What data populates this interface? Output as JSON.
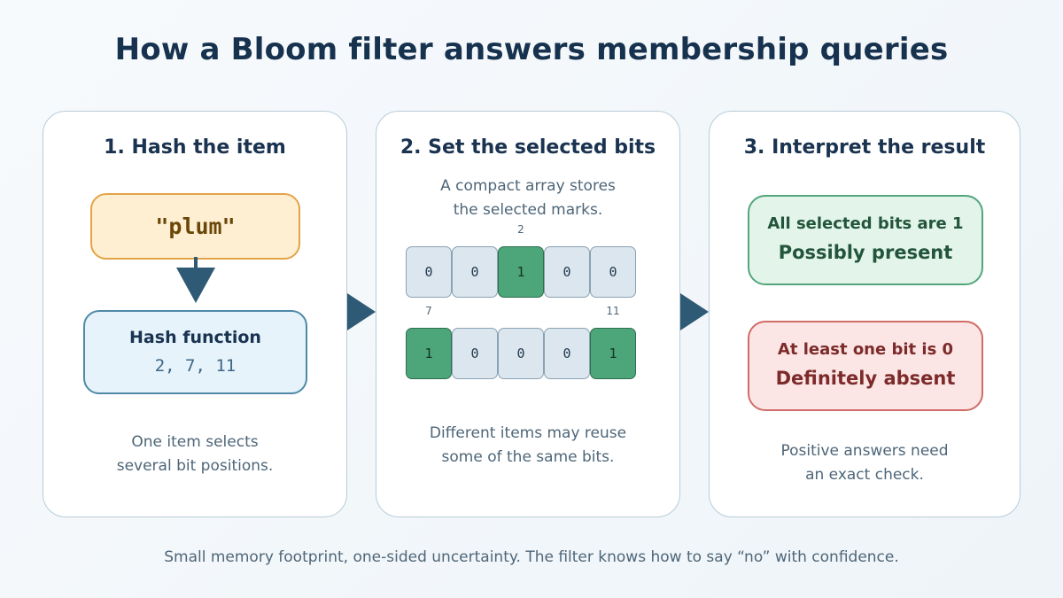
{
  "title": "How a Bloom filter answers membership queries",
  "panels": [
    {
      "title": "1. Hash the item",
      "item": "\"plum\"",
      "hash_label": "Hash function",
      "hash_values": "2, 7, 11",
      "caption": [
        "One item selects",
        "several bit positions."
      ]
    },
    {
      "title": "2. Set the selected bits",
      "intro": [
        "A compact array stores",
        "the selected marks."
      ],
      "rows": [
        {
          "bits": [
            {
              "value": "0",
              "set": false,
              "index": ""
            },
            {
              "value": "0",
              "set": false,
              "index": ""
            },
            {
              "value": "1",
              "set": true,
              "index": "2"
            },
            {
              "value": "0",
              "set": false,
              "index": ""
            },
            {
              "value": "0",
              "set": false,
              "index": ""
            }
          ]
        },
        {
          "bits": [
            {
              "value": "1",
              "set": true,
              "index": "7"
            },
            {
              "value": "0",
              "set": false,
              "index": ""
            },
            {
              "value": "0",
              "set": false,
              "index": ""
            },
            {
              "value": "0",
              "set": false,
              "index": ""
            },
            {
              "value": "1",
              "set": true,
              "index": "11"
            }
          ]
        }
      ],
      "caption": [
        "Different items may reuse",
        "some of the same bits."
      ]
    },
    {
      "title": "3. Interpret the result",
      "present": {
        "condition": "All selected bits are 1",
        "verdict": "Possibly present"
      },
      "absent": {
        "condition": "At least one bit is 0",
        "verdict": "Definitely absent"
      },
      "caption": [
        "Positive answers need",
        "an exact check."
      ]
    }
  ],
  "footer": "Small memory footprint, one-sided uncertainty. The filter knows how to say “no” with confidence.",
  "icons": {
    "down_arrow": "arrow-down-icon",
    "flow_arrow": "arrow-right-icon"
  },
  "colors": {
    "accent_dark": "#2f5a75",
    "bit_set": "#4da57a",
    "bit_clear": "#dce6ee",
    "present": "#53a67c",
    "absent": "#d06c68",
    "item": "#e3a447",
    "hash": "#4f89a8"
  }
}
